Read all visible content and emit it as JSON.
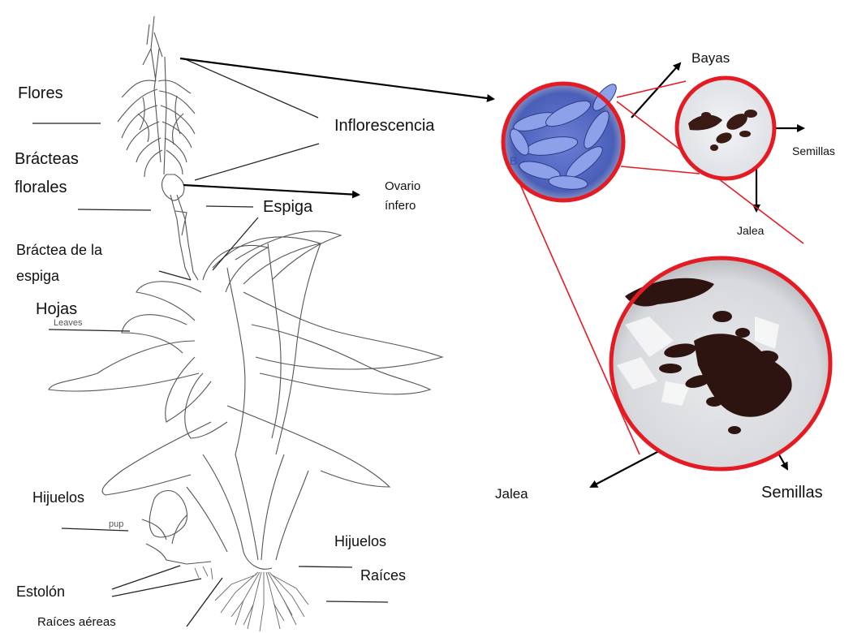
{
  "labels": {
    "flores": "Flores",
    "bracteas_florales_line1": "Brácteas",
    "bracteas_florales_line2": "florales",
    "inflorescencia": "Inflorescencia",
    "ovario_line1": "Ovario",
    "ovario_line2": "ínfero",
    "espiga": "Espiga",
    "bractea_espiga_line1": "Bráctea de la",
    "bractea_espiga_line2": "espiga",
    "hojas": "Hojas",
    "hijuelos_left": "Hijuelos",
    "hijuelos_right": "Hijuelos",
    "raices": "Raíces",
    "estolon": "Estolón",
    "raices_aereas": "Raíces aéreas",
    "bayas": "Bayas",
    "semillas_small": "Semillas",
    "jalea_small": "Jalea",
    "jalea_large": "Jalea",
    "semillas_large": "Semillas"
  },
  "residual_text": {
    "leaves": "Leaves",
    "pup": "pup",
    "berry_fragment": "B"
  },
  "colors": {
    "zoom_ring": "#e51b24",
    "zoom_line": "#e51b24",
    "arrow": "#000000",
    "berries": "#6f86d8",
    "seeds": "#3a1a14",
    "jelly": "#e9ecef"
  }
}
